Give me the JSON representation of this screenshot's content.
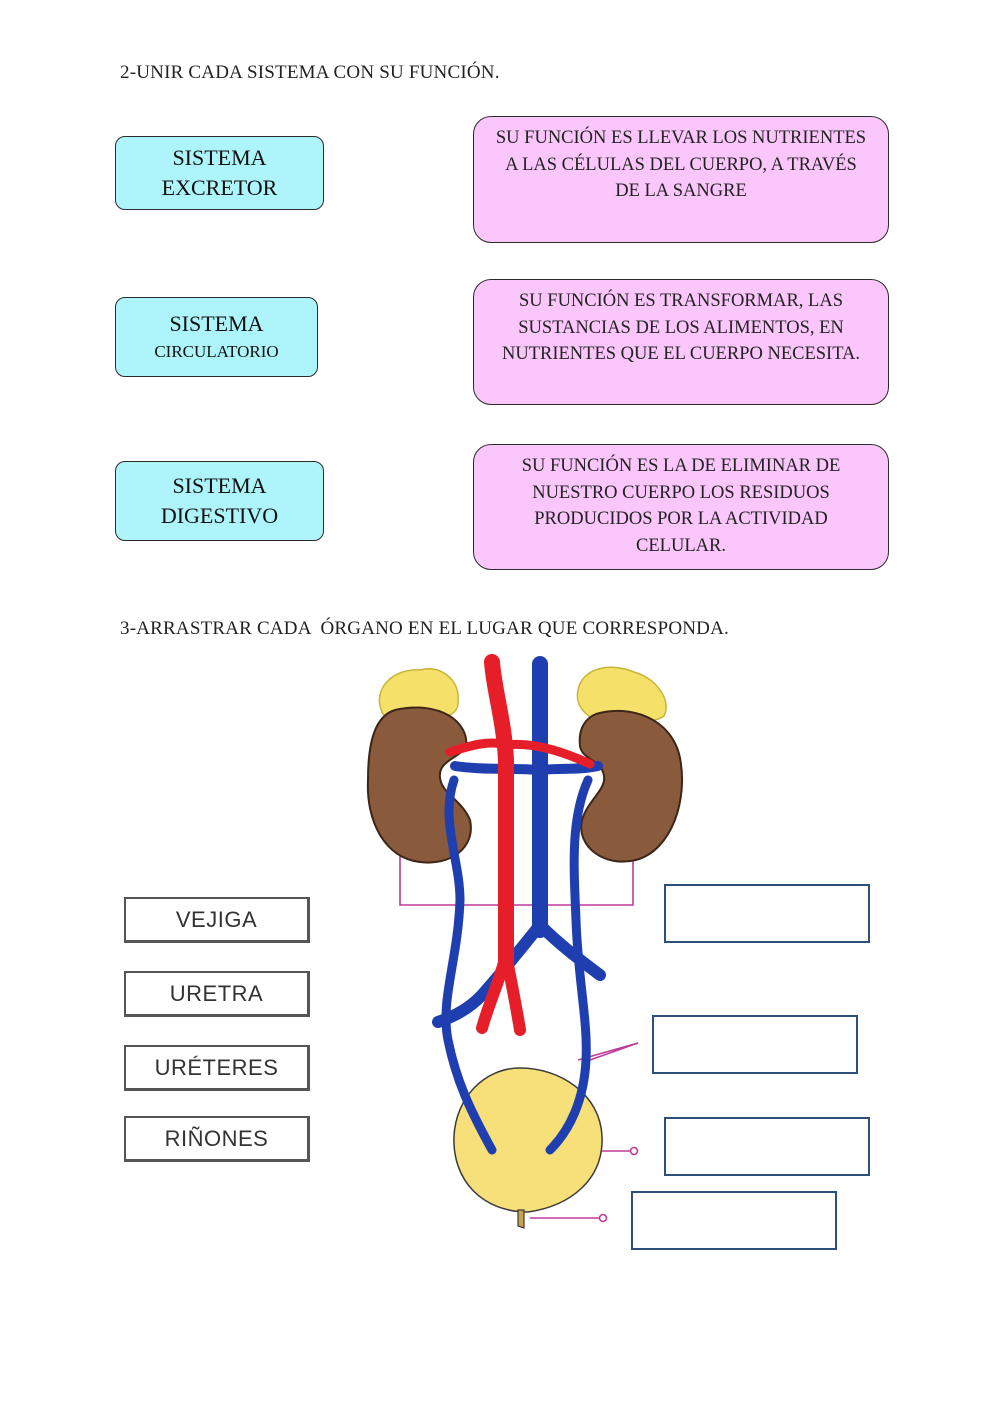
{
  "exercise2": {
    "heading": "2-UNIR CADA SISTEMA CON SU FUNCIÓN.",
    "systems": [
      {
        "line1": "SISTEMA",
        "line2": "EXCRETOR"
      },
      {
        "line1": "SISTEMA",
        "line2": "CIRCULATORIO"
      },
      {
        "line1": "SISTEMA",
        "line2": "DIGESTIVO"
      }
    ],
    "functions": [
      {
        "text": "SU FUNCIÓN ES LLEVAR LOS NUTRIENTES A LAS CÉLULAS DEL CUERPO, A TRAVÉS DE LA SANGRE"
      },
      {
        "text": "SU FUNCIÓN ES TRANSFORMAR, LAS SUSTANCIAS DE LOS ALIMENTOS, EN NUTRIENTES QUE EL CUERPO NECESITA."
      },
      {
        "text": "SU FUNCIÓN ES LA DE ELIMINAR DE NUESTRO CUERPO LOS RESIDUOS PRODUCIDOS POR LA ACTIVIDAD CELULAR."
      }
    ]
  },
  "exercise3": {
    "heading": "3-ARRASTRAR CADA  ÓRGANO EN EL LUGAR QUE CORRESPONDA.",
    "organ_labels": [
      "VEJIGA",
      "URETRA",
      "URÉTERES",
      "RIÑONES"
    ],
    "drop_targets": [
      "",
      "",
      "",
      ""
    ]
  },
  "colors": {
    "system_box": "#aef4fb",
    "function_box": "#fbc6fb",
    "kidney": "#8a5a3c",
    "adrenal": "#f5e06a",
    "bladder": "#f7df7a",
    "artery": "#e61e2a",
    "vein": "#1f3fb0",
    "pointer_line": "#c0399a"
  }
}
